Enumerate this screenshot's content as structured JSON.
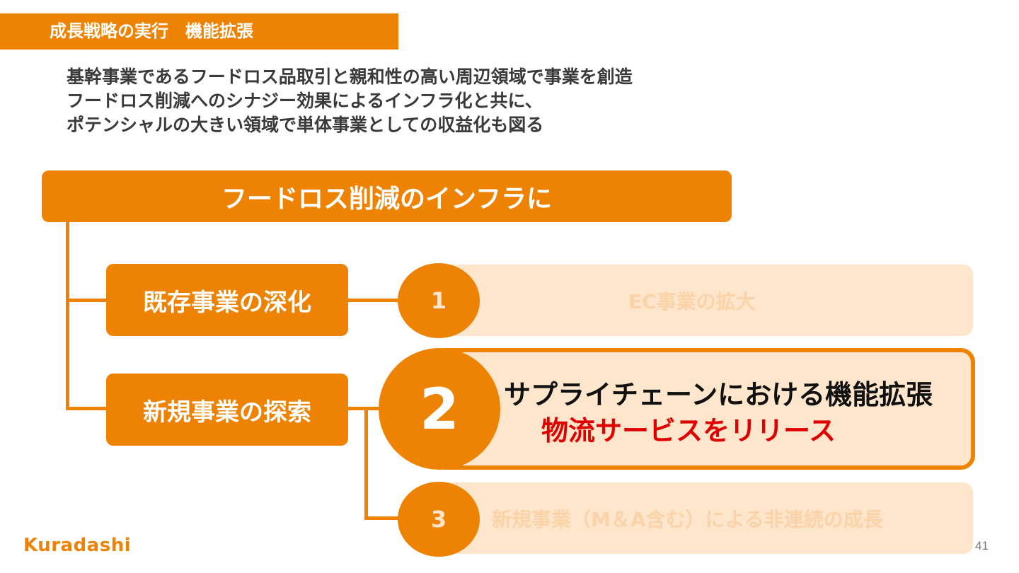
{
  "header": {
    "title": "成長戦略の実行　機能拡張"
  },
  "intro": {
    "lines": [
      "基幹事業であるフードロス品取引と親和性の高い周辺領域で事業を創造",
      "フードロス削減へのシナジー効果によるインフラ化と共に、",
      "ポテンシャルの大きい領域で単体事業としての収益化も図る"
    ]
  },
  "banner": {
    "text": "フードロス削減のインフラに"
  },
  "categories": [
    {
      "label": "既存事業の深化"
    },
    {
      "label": "新規事業の探索"
    }
  ],
  "items": [
    {
      "number": "1",
      "text": "EC事業の拡大",
      "active": false
    },
    {
      "number": "2",
      "title": "サプライチェーンにおける機能拡張",
      "highlight": "物流サービスをリリース",
      "active": true
    },
    {
      "number": "3",
      "text": "新規事業（M＆A含む）による非連続の成長",
      "active": false
    }
  ],
  "footer": {
    "logo": "Kuradashi",
    "page_number": "41"
  },
  "colors": {
    "accent": "#ee8203",
    "pill_bg": "#fde6cb",
    "highlight_text": "#e10000"
  }
}
